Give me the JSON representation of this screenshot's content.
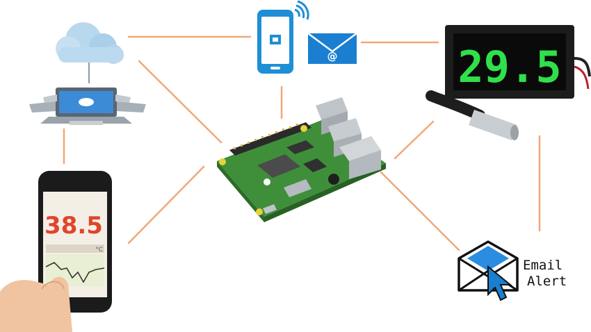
{
  "nodes": {
    "thermometer_display": {
      "reading": "29.5",
      "digit_color": "#2fe04a"
    },
    "smartphone_app": {
      "reading": "38.5",
      "unit": "°C",
      "reading_color": "#e0452b"
    },
    "email_alert": {
      "line1": "Email",
      "line2": "Alert"
    },
    "mail_icon": {
      "symbol": "@"
    }
  },
  "colors": {
    "connector": "#f0a878",
    "cloud": "#b8d8ee",
    "pcb": "#3f8f3a",
    "phone_blue": "#1e8fd6",
    "envelope_blue": "#1a7fd0"
  },
  "icons": [
    "cloud-icon",
    "laptop-icon",
    "smartphone-icon",
    "wifi-icon",
    "mail-icon",
    "raspberry-pi-board",
    "digital-thermometer",
    "temperature-probe",
    "hand-holding-phone",
    "envelope-icon",
    "cursor-icon"
  ]
}
